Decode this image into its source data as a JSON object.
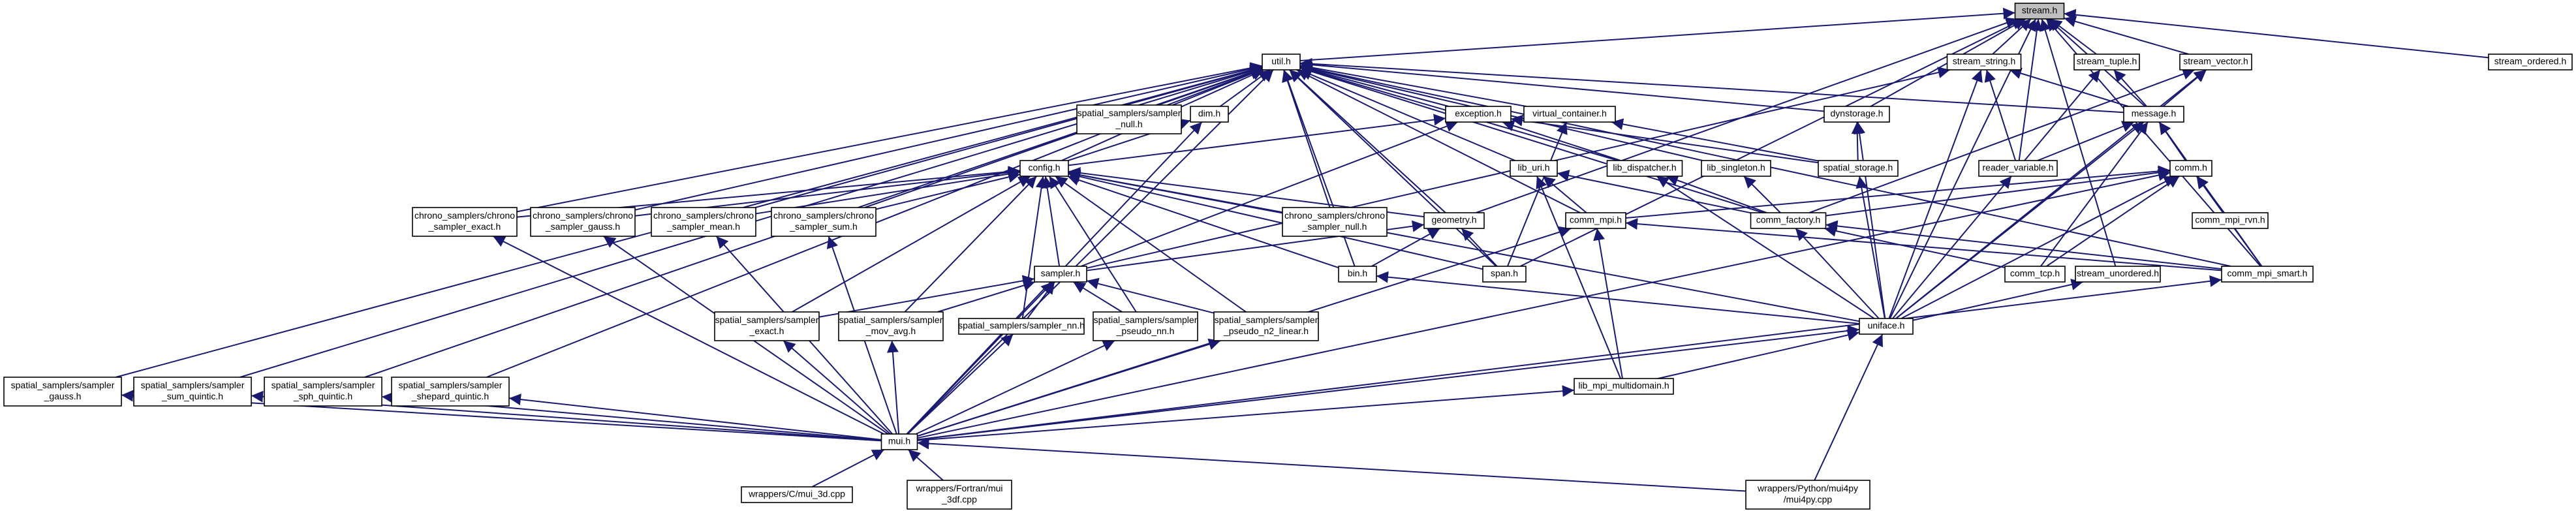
{
  "root": "stream.h",
  "colors": {
    "edge": "#191970",
    "root_fill": "#bfbfbf",
    "node_fill": "#ffffff",
    "node_border": "#000000"
  },
  "nodes": [
    {
      "id": "stream",
      "lines": [
        "stream.h"
      ]
    },
    {
      "id": "util",
      "lines": [
        "util.h"
      ]
    },
    {
      "id": "stream_string",
      "lines": [
        "stream_string.h"
      ]
    },
    {
      "id": "stream_tuple",
      "lines": [
        "stream_tuple.h"
      ]
    },
    {
      "id": "stream_vector",
      "lines": [
        "stream_vector.h"
      ]
    },
    {
      "id": "stream_ordered",
      "lines": [
        "stream_ordered.h"
      ]
    },
    {
      "id": "ss_null",
      "lines": [
        "spatial_samplers/sampler",
        "_null.h"
      ]
    },
    {
      "id": "dim",
      "lines": [
        "dim.h"
      ]
    },
    {
      "id": "exception",
      "lines": [
        "exception.h"
      ]
    },
    {
      "id": "virtual_container",
      "lines": [
        "virtual_container.h"
      ]
    },
    {
      "id": "dynstorage",
      "lines": [
        "dynstorage.h"
      ]
    },
    {
      "id": "message",
      "lines": [
        "message.h"
      ]
    },
    {
      "id": "config",
      "lines": [
        "config.h"
      ]
    },
    {
      "id": "lib_uri",
      "lines": [
        "lib_uri.h"
      ]
    },
    {
      "id": "lib_dispatcher",
      "lines": [
        "lib_dispatcher.h"
      ]
    },
    {
      "id": "lib_singleton",
      "lines": [
        "lib_singleton.h"
      ]
    },
    {
      "id": "spatial_storage",
      "lines": [
        "spatial_storage.h"
      ]
    },
    {
      "id": "reader_variable",
      "lines": [
        "reader_variable.h"
      ]
    },
    {
      "id": "comm",
      "lines": [
        "comm.h"
      ]
    },
    {
      "id": "comm_mpi_rvn",
      "lines": [
        "comm_mpi_rvn.h"
      ]
    },
    {
      "id": "cs_exact",
      "lines": [
        "chrono_samplers/chrono",
        "_sampler_exact.h"
      ]
    },
    {
      "id": "cs_gauss",
      "lines": [
        "chrono_samplers/chrono",
        "_sampler_gauss.h"
      ]
    },
    {
      "id": "cs_mean",
      "lines": [
        "chrono_samplers/chrono",
        "_sampler_mean.h"
      ]
    },
    {
      "id": "cs_sum",
      "lines": [
        "chrono_samplers/chrono",
        "_sampler_sum.h"
      ]
    },
    {
      "id": "cs_null",
      "lines": [
        "chrono_samplers/chrono",
        "_sampler_null.h"
      ]
    },
    {
      "id": "geometry",
      "lines": [
        "geometry.h"
      ]
    },
    {
      "id": "comm_mpi",
      "lines": [
        "comm_mpi.h"
      ]
    },
    {
      "id": "comm_factory",
      "lines": [
        "comm_factory.h"
      ]
    },
    {
      "id": "sampler",
      "lines": [
        "sampler.h"
      ]
    },
    {
      "id": "bin",
      "lines": [
        "bin.h"
      ]
    },
    {
      "id": "span",
      "lines": [
        "span.h"
      ]
    },
    {
      "id": "comm_tcp",
      "lines": [
        "comm_tcp.h"
      ]
    },
    {
      "id": "stream_unordered",
      "lines": [
        "stream_unordered.h"
      ]
    },
    {
      "id": "comm_mpi_smart",
      "lines": [
        "comm_mpi_smart.h"
      ]
    },
    {
      "id": "ss_exact",
      "lines": [
        "spatial_samplers/sampler",
        "_exact.h"
      ]
    },
    {
      "id": "ss_mov_avg",
      "lines": [
        "spatial_samplers/sampler",
        "_mov_avg.h"
      ]
    },
    {
      "id": "ss_nn",
      "lines": [
        "spatial_samplers/sampler_nn.h"
      ]
    },
    {
      "id": "ss_pseudo_nn",
      "lines": [
        "spatial_samplers/sampler",
        "_pseudo_nn.h"
      ]
    },
    {
      "id": "ss_pseudo_n2",
      "lines": [
        "spatial_samplers/sampler",
        "_pseudo_n2_linear.h"
      ]
    },
    {
      "id": "uniface",
      "lines": [
        "uniface.h"
      ]
    },
    {
      "id": "ss_gauss",
      "lines": [
        "spatial_samplers/sampler",
        "_gauss.h"
      ]
    },
    {
      "id": "ss_sum_quintic",
      "lines": [
        "spatial_samplers/sampler",
        "_sum_quintic.h"
      ]
    },
    {
      "id": "ss_sph_quintic",
      "lines": [
        "spatial_samplers/sampler",
        "_sph_quintic.h"
      ]
    },
    {
      "id": "ss_shepard_quintic",
      "lines": [
        "spatial_samplers/sampler",
        "_shepard_quintic.h"
      ]
    },
    {
      "id": "lib_mpi_multidomain",
      "lines": [
        "lib_mpi_multidomain.h"
      ]
    },
    {
      "id": "mui",
      "lines": [
        "mui.h"
      ]
    },
    {
      "id": "wrap_c",
      "lines": [
        "wrappers/C/mui_3d.cpp"
      ]
    },
    {
      "id": "wrap_fortran",
      "lines": [
        "wrappers/Fortran/mui",
        "_3df.cpp"
      ]
    },
    {
      "id": "wrap_python",
      "lines": [
        "wrappers/Python/mui4py",
        "/mui4py.cpp"
      ]
    }
  ],
  "edges": [
    [
      "stream",
      "util"
    ],
    [
      "stream",
      "stream_string"
    ],
    [
      "stream",
      "stream_tuple"
    ],
    [
      "stream",
      "stream_vector"
    ],
    [
      "stream",
      "stream_ordered"
    ],
    [
      "stream",
      "dynstorage"
    ],
    [
      "stream",
      "message"
    ],
    [
      "stream",
      "reader_variable"
    ],
    [
      "stream",
      "stream_unordered"
    ],
    [
      "stream",
      "comm_mpi_smart"
    ],
    [
      "stream",
      "uniface"
    ],
    [
      "stream",
      "span"
    ],
    [
      "stream",
      "geometry"
    ],
    [
      "util",
      "ss_null"
    ],
    [
      "util",
      "dim"
    ],
    [
      "util",
      "exception"
    ],
    [
      "util",
      "virtual_container"
    ],
    [
      "util",
      "dynstorage"
    ],
    [
      "util",
      "message"
    ],
    [
      "util",
      "config"
    ],
    [
      "util",
      "lib_uri"
    ],
    [
      "util",
      "lib_dispatcher"
    ],
    [
      "util",
      "lib_singleton"
    ],
    [
      "util",
      "comm_factory"
    ],
    [
      "util",
      "comm_mpi_smart"
    ],
    [
      "util",
      "cs_exact"
    ],
    [
      "util",
      "cs_gauss"
    ],
    [
      "util",
      "cs_mean"
    ],
    [
      "util",
      "cs_sum"
    ],
    [
      "util",
      "cs_null"
    ],
    [
      "util",
      "geometry"
    ],
    [
      "util",
      "comm_mpi"
    ],
    [
      "util",
      "span"
    ],
    [
      "util",
      "bin"
    ],
    [
      "util",
      "ss_gauss"
    ],
    [
      "util",
      "ss_sum_quintic"
    ],
    [
      "util",
      "ss_sph_quintic"
    ],
    [
      "util",
      "ss_shepard_quintic"
    ],
    [
      "util",
      "mui"
    ],
    [
      "stream_string",
      "message"
    ],
    [
      "stream_string",
      "reader_variable"
    ],
    [
      "stream_string",
      "uniface"
    ],
    [
      "stream_string",
      "sampler"
    ],
    [
      "stream_tuple",
      "message"
    ],
    [
      "stream_tuple",
      "reader_variable"
    ],
    [
      "stream_vector",
      "message"
    ],
    [
      "stream_vector",
      "uniface"
    ],
    [
      "stream_vector",
      "comm_factory"
    ],
    [
      "dim",
      "config"
    ],
    [
      "dim",
      "mui"
    ],
    [
      "exception",
      "config"
    ],
    [
      "exception",
      "lib_dispatcher"
    ],
    [
      "exception",
      "spatial_storage"
    ],
    [
      "exception",
      "sampler"
    ],
    [
      "virtual_container",
      "spatial_storage"
    ],
    [
      "virtual_container",
      "span"
    ],
    [
      "dynstorage",
      "spatial_storage"
    ],
    [
      "dynstorage",
      "uniface"
    ],
    [
      "message",
      "reader_variable"
    ],
    [
      "message",
      "comm"
    ],
    [
      "message",
      "comm_tcp"
    ],
    [
      "message",
      "comm_mpi_smart"
    ],
    [
      "message",
      "uniface"
    ],
    [
      "config",
      "cs_exact"
    ],
    [
      "config",
      "cs_gauss"
    ],
    [
      "config",
      "cs_mean"
    ],
    [
      "config",
      "cs_sum"
    ],
    [
      "config",
      "cs_null"
    ],
    [
      "config",
      "geometry"
    ],
    [
      "config",
      "sampler"
    ],
    [
      "config",
      "bin"
    ],
    [
      "config",
      "span"
    ],
    [
      "config",
      "ss_exact"
    ],
    [
      "config",
      "ss_mov_avg"
    ],
    [
      "config",
      "ss_nn"
    ],
    [
      "config",
      "ss_pseudo_nn"
    ],
    [
      "config",
      "ss_pseudo_n2"
    ],
    [
      "config",
      "uniface"
    ],
    [
      "lib_uri",
      "comm_mpi"
    ],
    [
      "lib_uri",
      "comm_factory"
    ],
    [
      "lib_uri",
      "lib_mpi_multidomain"
    ],
    [
      "lib_dispatcher",
      "comm_factory"
    ],
    [
      "lib_dispatcher",
      "uniface"
    ],
    [
      "lib_singleton",
      "comm_factory"
    ],
    [
      "spatial_storage",
      "uniface"
    ],
    [
      "reader_variable",
      "uniface"
    ],
    [
      "comm",
      "comm_mpi_rvn"
    ],
    [
      "comm",
      "comm_factory"
    ],
    [
      "comm",
      "comm_tcp"
    ],
    [
      "comm",
      "comm_mpi_smart"
    ],
    [
      "comm",
      "uniface"
    ],
    [
      "comm",
      "mui"
    ],
    [
      "comm",
      "comm_mpi"
    ],
    [
      "cs_exact",
      "mui"
    ],
    [
      "cs_gauss",
      "mui"
    ],
    [
      "cs_mean",
      "mui"
    ],
    [
      "cs_sum",
      "mui"
    ],
    [
      "geometry",
      "sampler"
    ],
    [
      "geometry",
      "bin"
    ],
    [
      "geometry",
      "span"
    ],
    [
      "comm_mpi",
      "comm_mpi_smart"
    ],
    [
      "comm_mpi",
      "lib_mpi_multidomain"
    ],
    [
      "comm_mpi",
      "mui"
    ],
    [
      "comm_factory",
      "comm_tcp"
    ],
    [
      "comm_factory",
      "comm_mpi_smart"
    ],
    [
      "comm_factory",
      "uniface"
    ],
    [
      "sampler",
      "ss_exact"
    ],
    [
      "sampler",
      "ss_mov_avg"
    ],
    [
      "sampler",
      "ss_nn"
    ],
    [
      "sampler",
      "ss_pseudo_nn"
    ],
    [
      "sampler",
      "ss_pseudo_n2"
    ],
    [
      "sampler",
      "mui"
    ],
    [
      "bin",
      "uniface"
    ],
    [
      "stream_unordered",
      "uniface"
    ],
    [
      "comm_mpi_smart",
      "mui"
    ],
    [
      "ss_exact",
      "mui"
    ],
    [
      "ss_mov_avg",
      "mui"
    ],
    [
      "ss_nn",
      "mui"
    ],
    [
      "ss_pseudo_nn",
      "mui"
    ],
    [
      "ss_pseudo_n2",
      "mui"
    ],
    [
      "uniface",
      "lib_mpi_multidomain"
    ],
    [
      "uniface",
      "mui"
    ],
    [
      "uniface",
      "wrap_python"
    ],
    [
      "ss_gauss",
      "mui"
    ],
    [
      "ss_sum_quintic",
      "mui"
    ],
    [
      "ss_sph_quintic",
      "mui"
    ],
    [
      "ss_shepard_quintic",
      "mui"
    ],
    [
      "lib_mpi_multidomain",
      "mui"
    ],
    [
      "mui",
      "wrap_c"
    ],
    [
      "mui",
      "wrap_fortran"
    ],
    [
      "mui",
      "wrap_python"
    ]
  ]
}
